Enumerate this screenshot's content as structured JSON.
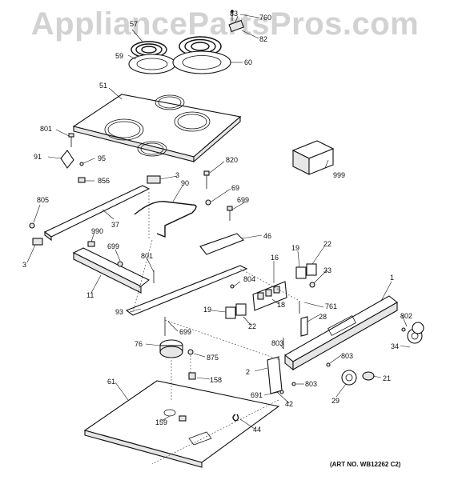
{
  "watermark": "AppliancePartsPros.com",
  "art_number": "(ART NO. WB12262 C2)",
  "callouts": [
    "57",
    "59",
    "83",
    "760",
    "82",
    "60",
    "51",
    "801",
    "91",
    "95",
    "856",
    "3",
    "90",
    "820",
    "69",
    "699",
    "805",
    "37",
    "990",
    "46",
    "999",
    "3",
    "699",
    "801",
    "16",
    "19",
    "22",
    "33",
    "11",
    "804",
    "18",
    "1",
    "93",
    "19",
    "22",
    "761",
    "699",
    "28",
    "802",
    "803",
    "76",
    "875",
    "803",
    "34",
    "2",
    "21",
    "158",
    "803",
    "61",
    "691",
    "42",
    "29",
    "159",
    "44"
  ]
}
